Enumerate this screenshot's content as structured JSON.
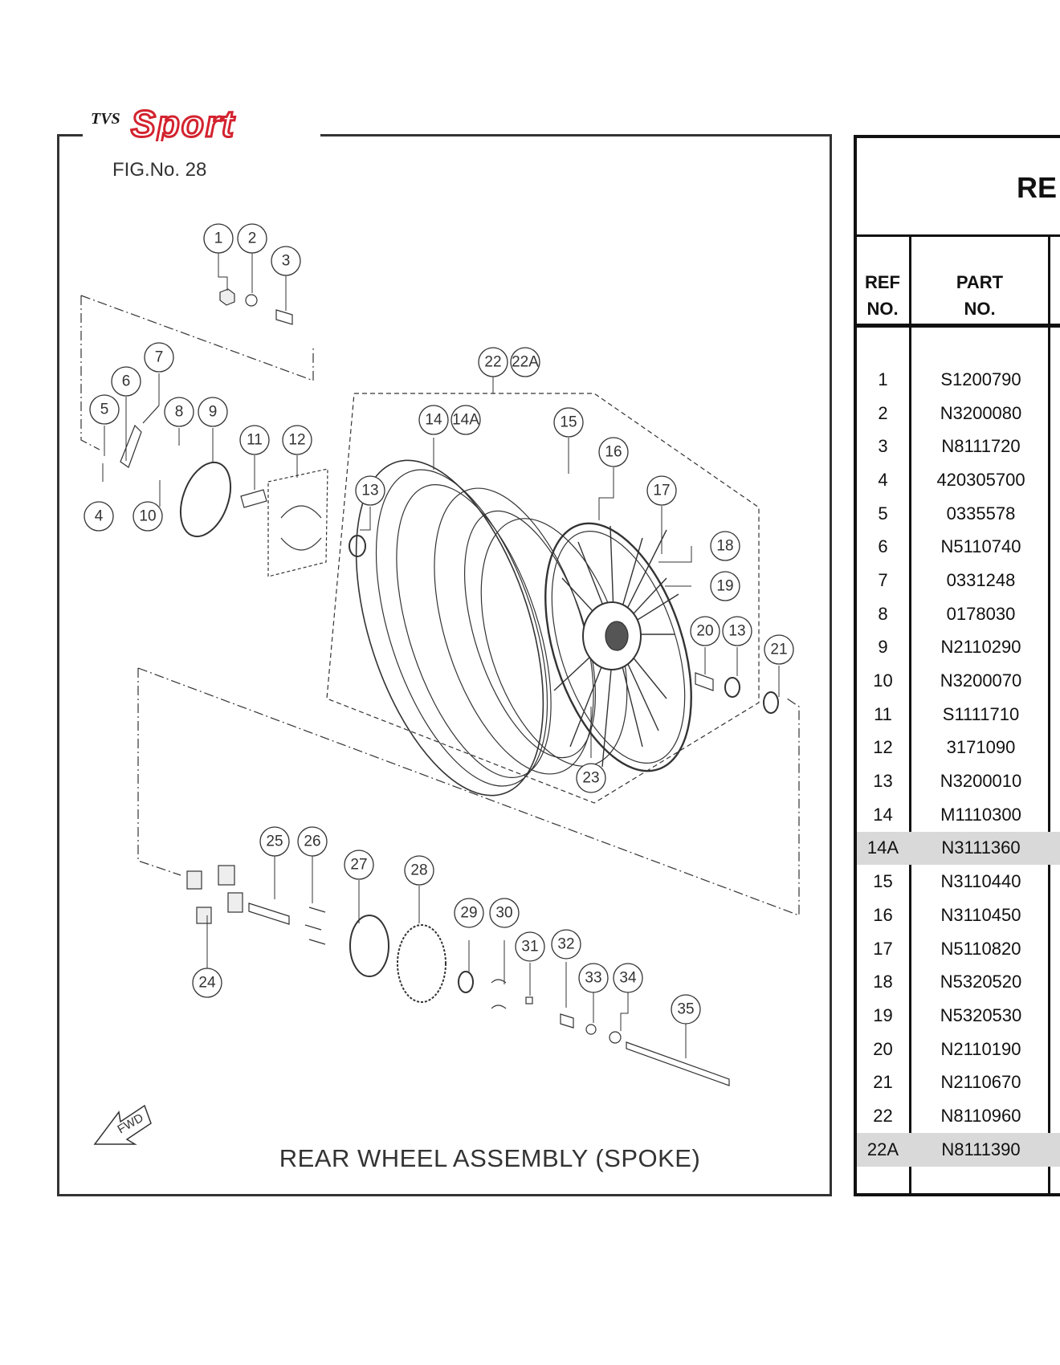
{
  "brand": {
    "logo_prefix": "TVS",
    "logo_name": "Sport"
  },
  "figure": {
    "number_label": "FIG.No. 28",
    "caption": "REAR WHEEL ASSEMBLY (SPOKE)",
    "direction_label": "FWD"
  },
  "callouts": [
    "1",
    "2",
    "3",
    "4",
    "5",
    "6",
    "7",
    "8",
    "9",
    "10",
    "11",
    "12",
    "13",
    "13",
    "14",
    "14A",
    "15",
    "16",
    "17",
    "18",
    "19",
    "20",
    "21",
    "22",
    "22A",
    "23",
    "24",
    "25",
    "26",
    "27",
    "28",
    "29",
    "30",
    "31",
    "32",
    "33",
    "34",
    "35"
  ],
  "table": {
    "title": "RE",
    "headers": {
      "ref_line1": "REF",
      "ref_line2": "NO.",
      "part_line1": "PART",
      "part_line2": "NO."
    },
    "rows": [
      {
        "ref": "1",
        "part": "S1200790",
        "highlight": false
      },
      {
        "ref": "2",
        "part": "N3200080",
        "highlight": false
      },
      {
        "ref": "3",
        "part": "N8111720",
        "highlight": false
      },
      {
        "ref": "4",
        "part": "420305700",
        "highlight": false
      },
      {
        "ref": "5",
        "part": "0335578",
        "highlight": false
      },
      {
        "ref": "6",
        "part": "N5110740",
        "highlight": false
      },
      {
        "ref": "7",
        "part": "0331248",
        "highlight": false
      },
      {
        "ref": "8",
        "part": "0178030",
        "highlight": false
      },
      {
        "ref": "9",
        "part": "N2110290",
        "highlight": false
      },
      {
        "ref": "10",
        "part": "N3200070",
        "highlight": false
      },
      {
        "ref": "11",
        "part": "S1111710",
        "highlight": false
      },
      {
        "ref": "12",
        "part": "3171090",
        "highlight": false
      },
      {
        "ref": "13",
        "part": "N3200010",
        "highlight": false
      },
      {
        "ref": "14",
        "part": "M1110300",
        "highlight": false
      },
      {
        "ref": "14A",
        "part": "N3111360",
        "highlight": true
      },
      {
        "ref": "15",
        "part": "N3110440",
        "highlight": false
      },
      {
        "ref": "16",
        "part": "N3110450",
        "highlight": false
      },
      {
        "ref": "17",
        "part": "N5110820",
        "highlight": false
      },
      {
        "ref": "18",
        "part": "N5320520",
        "highlight": false
      },
      {
        "ref": "19",
        "part": "N5320530",
        "highlight": false
      },
      {
        "ref": "20",
        "part": "N2110190",
        "highlight": false
      },
      {
        "ref": "21",
        "part": "N2110670",
        "highlight": false
      },
      {
        "ref": "22",
        "part": "N8110960",
        "highlight": false
      },
      {
        "ref": "22A",
        "part": "N8111390",
        "highlight": true
      }
    ]
  },
  "colors": {
    "logo_red": "#d3232f",
    "logo_dark": "#1a1a1a",
    "line": "#333333",
    "highlight": "#d9d9d9"
  }
}
